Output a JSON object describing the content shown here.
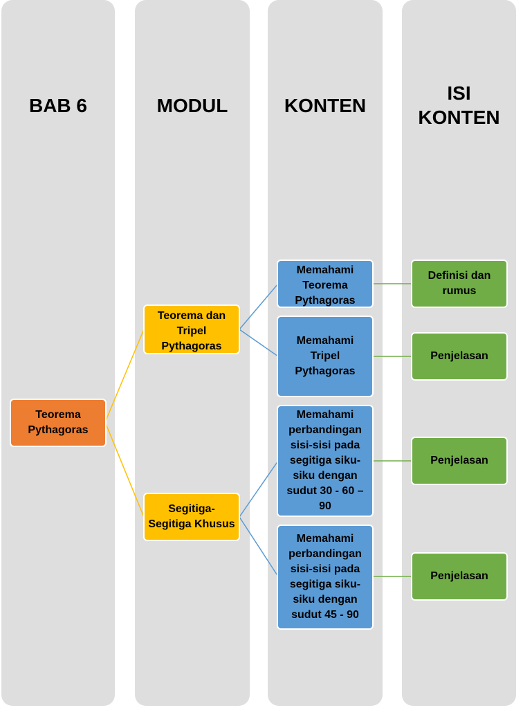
{
  "columns": {
    "bab": "BAB 6",
    "modul": "MODUL",
    "konten": "KONTEN",
    "isi_line1": "ISI",
    "isi_line2": "KONTEN"
  },
  "nodes": {
    "root": "Teorema Pythagoras",
    "modul_1": "Teorema dan Tripel Pythagoras",
    "modul_2": "Segitiga-Segitiga Khusus",
    "konten_1": "Memahami Teorema Pythagoras",
    "konten_2": "Memahami Tripel Pythagoras",
    "konten_3": "Memahami perbandingan sisi-sisi pada segitiga siku-siku dengan sudut 30 - 60 – 90",
    "konten_4": "Memahami perbandingan sisi-sisi pada segitiga siku-siku dengan sudut 45 - 90",
    "isi_1": "Definisi dan rumus",
    "isi_2": "Penjelasan",
    "isi_3": "Penjelasan",
    "isi_4": "Penjelasan"
  },
  "colors": {
    "column_bg": "#dedede",
    "root": "#ed7d31",
    "modul": "#ffc000",
    "konten": "#5b9bd5",
    "isi": "#70ad47",
    "link_yellow": "#ffc000",
    "link_blue": "#5b9bd5",
    "link_green": "#70ad47"
  }
}
